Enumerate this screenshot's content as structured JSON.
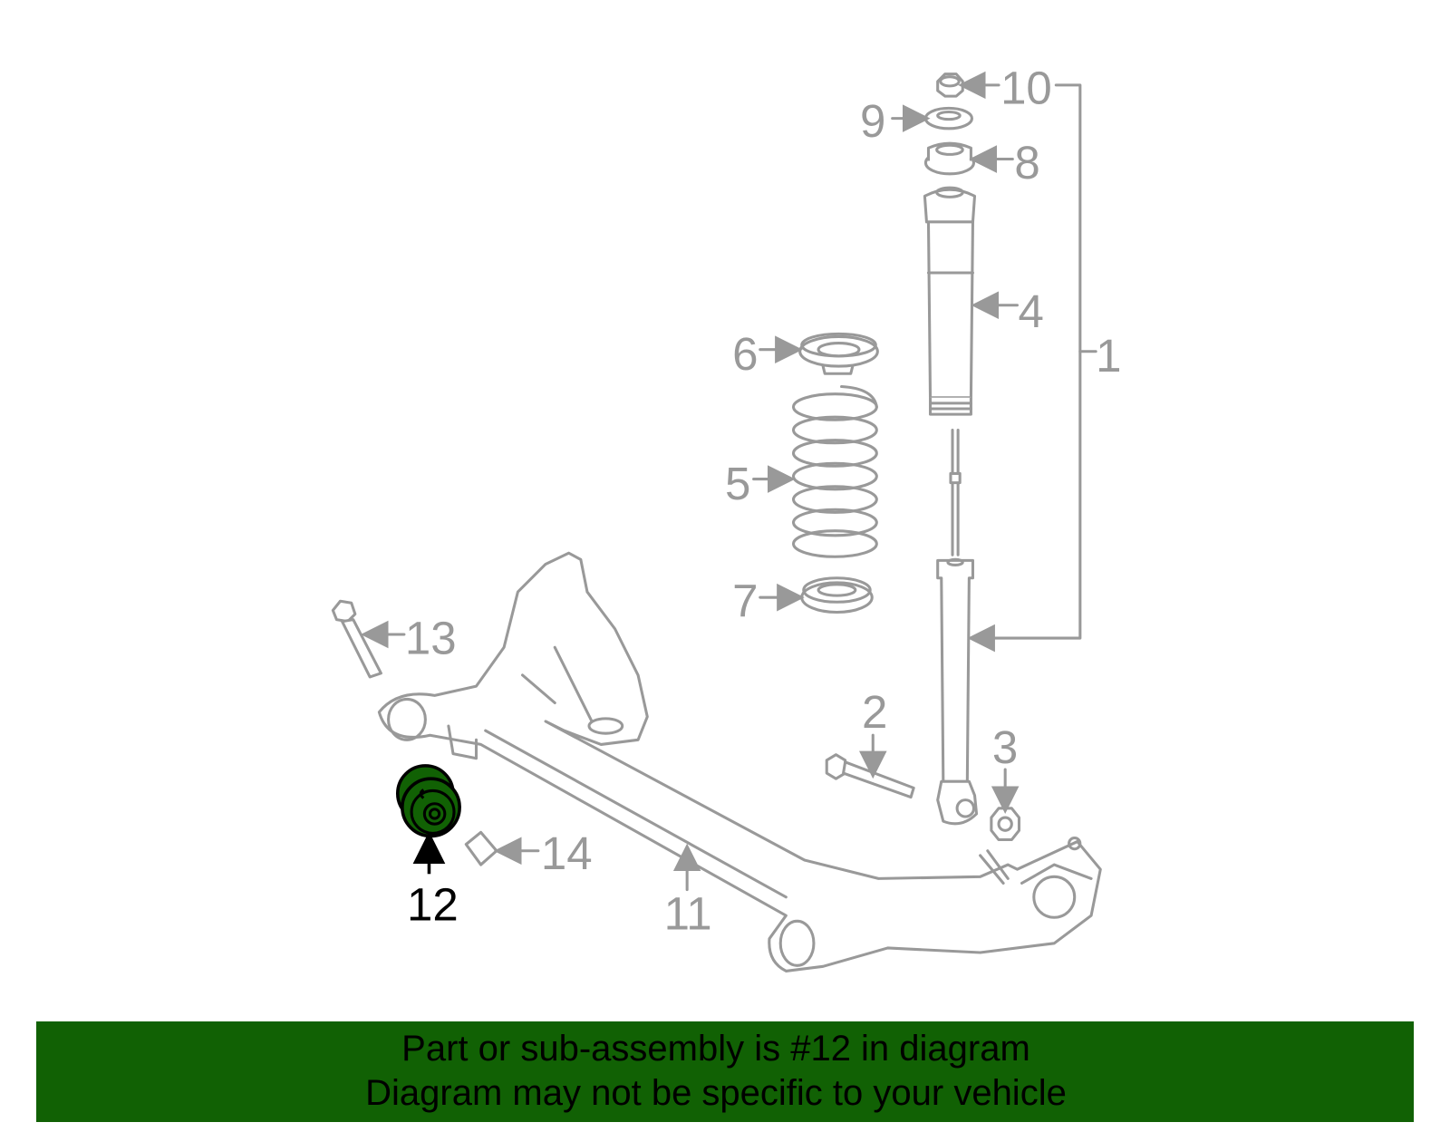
{
  "diagram": {
    "highlight_color": "#116104",
    "line_color": "#999999",
    "highlighted_part": "12",
    "callouts": {
      "c1": "1",
      "c2": "2",
      "c3": "3",
      "c4": "4",
      "c5": "5",
      "c6": "6",
      "c7": "7",
      "c8": "8",
      "c9": "9",
      "c10": "10",
      "c11": "11",
      "c12": "12",
      "c13": "13",
      "c14": "14"
    }
  },
  "banner": {
    "line1": "Part or sub-assembly is #12 in diagram",
    "line2": "Diagram may not be specific to your vehicle",
    "background": "#116104"
  }
}
